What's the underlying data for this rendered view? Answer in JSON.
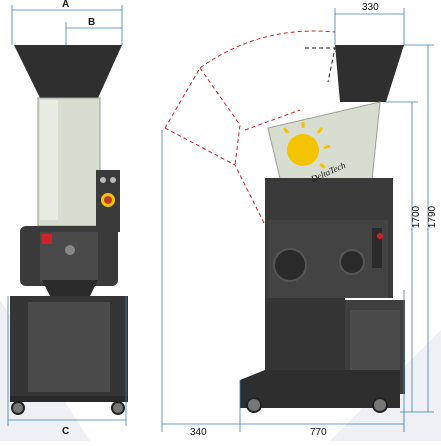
{
  "dimensions": {
    "a": "A",
    "b": "B",
    "c": "C",
    "d330": "330",
    "d340": "340",
    "d770": "770",
    "d1700": "1700",
    "d1790": "1790"
  },
  "brand": {
    "logo_text": "DeltaTech"
  },
  "colors": {
    "machine_body": "#3a3a3a",
    "hopper_light": "#d8ddd2",
    "accent_yellow": "#f5c400",
    "accent_red": "#d0202a",
    "dim_line": "#3b7fb0",
    "open_outline": "#d2202a"
  }
}
